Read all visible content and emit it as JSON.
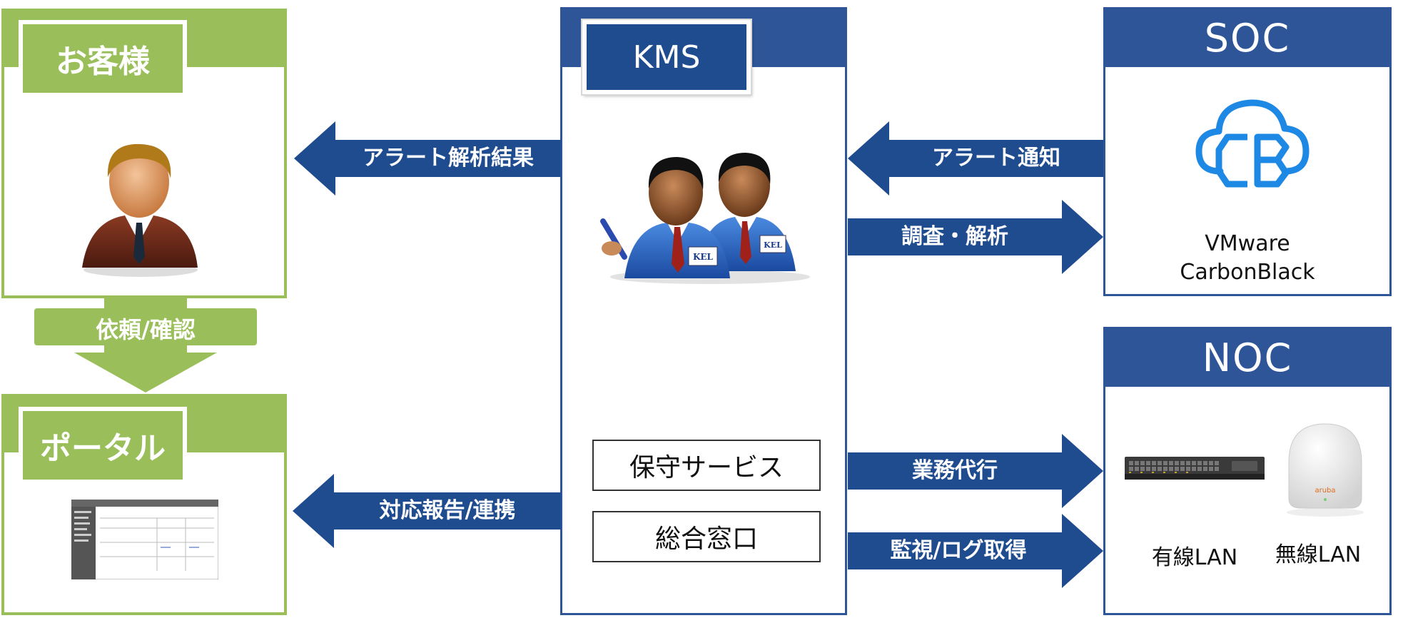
{
  "customer": {
    "title": "お客様"
  },
  "portal": {
    "title": "ポータル"
  },
  "kms": {
    "title": "KMS",
    "services": [
      "保守サービス",
      "総合窓口"
    ]
  },
  "soc": {
    "title": "SOC",
    "product": "VMware\nCarbonBlack"
  },
  "noc": {
    "title": "NOC",
    "items": [
      "有線LAN",
      "無線LAN"
    ]
  },
  "arrows": {
    "alert_result": "アラート解析結果",
    "report_link": "対応報告/連携",
    "alert_notice": "アラート通知",
    "investigate": "調査・解析",
    "ops_agency": "業務代行",
    "monitor_logs": "監視/ログ取得",
    "request_confirm": "依頼/確認"
  },
  "colors": {
    "green": "#9ABF5A",
    "navy": "#1F4C8F",
    "blue": "#2E5597",
    "cloud": "#1E88E5"
  }
}
